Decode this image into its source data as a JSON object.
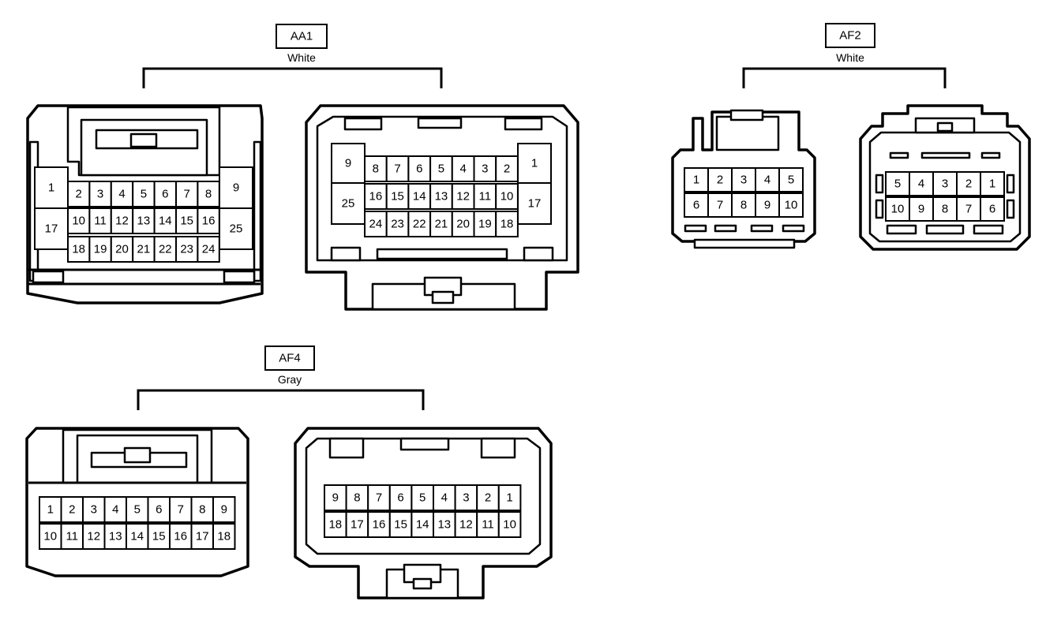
{
  "connectors": {
    "aa1": {
      "code": "AA1",
      "color": "White",
      "pins": [
        "1",
        "2",
        "3",
        "4",
        "5",
        "6",
        "7",
        "8",
        "9",
        "10",
        "11",
        "12",
        "13",
        "14",
        "15",
        "16",
        "17",
        "18",
        "19",
        "20",
        "21",
        "22",
        "23",
        "24",
        "25"
      ]
    },
    "af2": {
      "code": "AF2",
      "color": "White",
      "pins": [
        "1",
        "2",
        "3",
        "4",
        "5",
        "6",
        "7",
        "8",
        "9",
        "10"
      ]
    },
    "af4": {
      "code": "AF4",
      "color": "Gray",
      "pins": [
        "1",
        "2",
        "3",
        "4",
        "5",
        "6",
        "7",
        "8",
        "9",
        "10",
        "11",
        "12",
        "13",
        "14",
        "15",
        "16",
        "17",
        "18"
      ]
    }
  }
}
